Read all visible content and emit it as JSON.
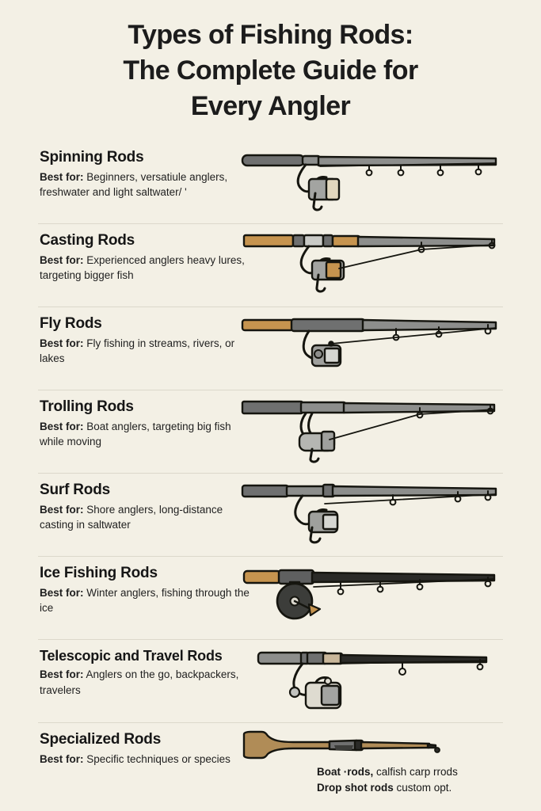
{
  "title": {
    "line1": "Types of Fishing Rods:",
    "line2": "The Complete Guide for",
    "line3": "Every Angler"
  },
  "colors": {
    "background": "#f3f0e5",
    "ink": "#1c1c1c",
    "divider": "#dcd8cb",
    "rod_gray_dark": "#6f7070",
    "rod_gray_mid": "#8d8e8c",
    "rod_gray_light": "#b9bab6",
    "rod_cork_tan": "#c6944f",
    "rod_wood_tan": "#b08c57",
    "outline": "#15150f"
  },
  "label_prefix": "Best for:",
  "sections": [
    {
      "name": "Spinning Rods",
      "best_for_prefix": "Best for:",
      "best_for": "Beginners, versatiule anglers, freshwater and light saltwater/ '",
      "art": "spinning-rod-illustration"
    },
    {
      "name": "Casting Rods",
      "best_for_prefix": "Best for:",
      "best_for": "Experienced anglers heavy lures, targeting bigger fish",
      "art": "casting-rod-illustration"
    },
    {
      "name": "Fly Rods",
      "best_for_prefix": "Best for:",
      "best_for": "Fly fishing in streams, rivers, or lakes",
      "art": "fly-rod-illustration"
    },
    {
      "name": "Trolling Rods",
      "best_for_prefix": "Best for:",
      "best_for": "Boat anglers, targeting big fish while moving",
      "art": "trolling-rod-illustration"
    },
    {
      "name": "Surf Rods",
      "best_for_prefix": "Best for:",
      "best_for": "Shore anglers, long-distance casting in saltwater",
      "art": "surf-rod-illustration"
    },
    {
      "name": "Ice Fishing Rods",
      "best_for_prefix": "Best for:",
      "best_for": "Winter anglers, fishing through the ice",
      "art": "ice-fishing-rod-illustration"
    },
    {
      "name": "Telescopic and Travel Rods",
      "best_for_prefix": "Best for:",
      "best_for": "Anglers on the go, backpackers, travelers",
      "art": "telescopic-rod-illustration"
    },
    {
      "name": "Specialized Rods",
      "best_for_prefix": "Best for:",
      "best_for": "Specific techniques or species",
      "art": "specialized-rod-illustration"
    }
  ],
  "specialized_note": {
    "line1_bold": "Boat ·rods,",
    "line1_rest": "calfish carp rrods",
    "line2_bold": "Drop shot rods",
    "line2_rest": "custom opt."
  }
}
